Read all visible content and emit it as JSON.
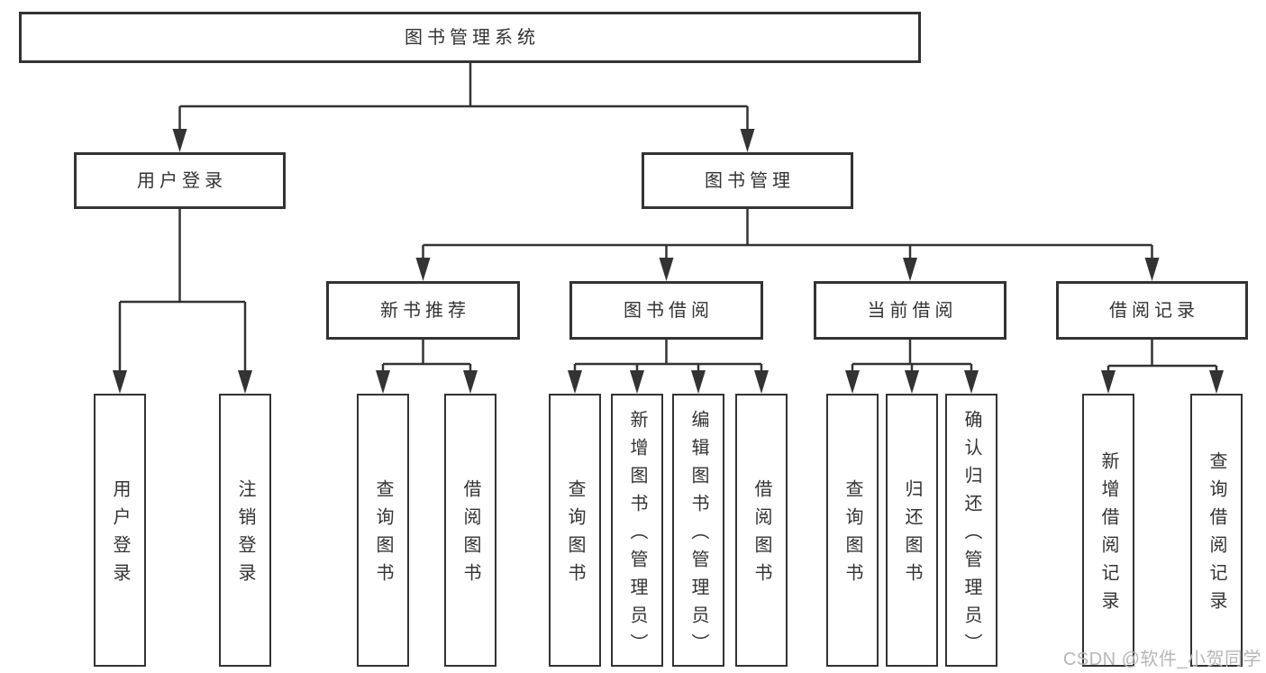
{
  "diagram_title": "图书管理系统",
  "nodes": {
    "root": "图书管理系统",
    "user_login": "用户登录",
    "book_mgmt": "图书管理",
    "new_book_rec": "新书推荐",
    "book_borrow": "图书借阅",
    "current_borrow": "当前借阅",
    "borrow_record": "借阅记录",
    "leaf_user_login": "用户登录",
    "leaf_logout": "注销登录",
    "leaf_nb_query": "查询图书",
    "leaf_nb_borrow": "借阅图书",
    "leaf_bb_query": "查询图书",
    "leaf_bb_add": "新增图书（管理员）",
    "leaf_bb_edit": "编辑图书（管理员）",
    "leaf_bb_borrow": "借阅图书",
    "leaf_cb_query": "查询图书",
    "leaf_cb_return": "归还图书",
    "leaf_cb_confirm": "确认归还（管理员）",
    "leaf_br_add": "新增借阅记录",
    "leaf_br_query": "查询借阅记录"
  },
  "hierarchy": {
    "图书管理系统": {
      "用户登录": [
        "用户登录",
        "注销登录"
      ],
      "图书管理": {
        "新书推荐": [
          "查询图书",
          "借阅图书"
        ],
        "图书借阅": [
          "查询图书",
          "新增图书（管理员）",
          "编辑图书（管理员）",
          "借阅图书"
        ],
        "当前借阅": [
          "查询图书",
          "归还图书",
          "确认归还（管理员）"
        ],
        "借阅记录": [
          "新增借阅记录",
          "查询借阅记录"
        ]
      }
    }
  },
  "colors": {
    "line": "#333333",
    "border": "#333333",
    "box_fill": "#ffffff",
    "text": "#333333",
    "watermark_text": "#b7b7b7",
    "background": "#ffffff"
  },
  "watermark": "CSDN @软件_小贺同学"
}
